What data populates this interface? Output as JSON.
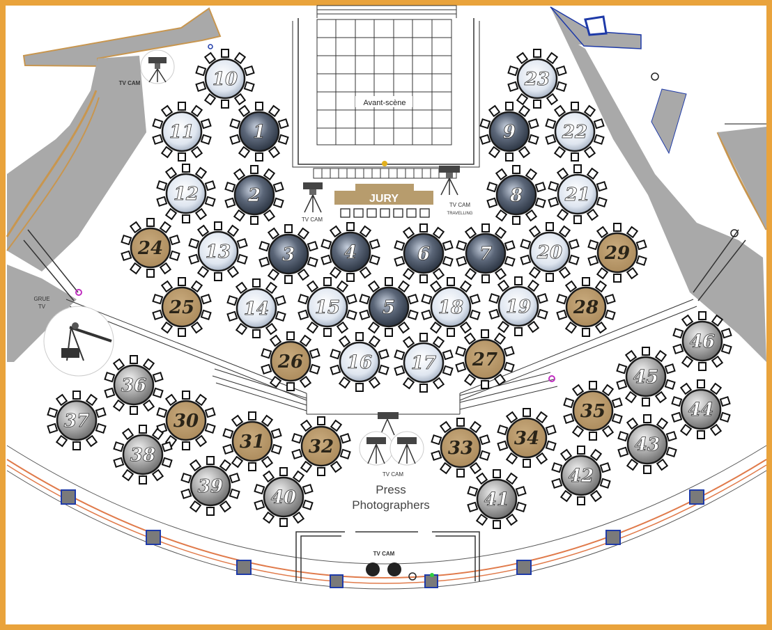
{
  "stage": {
    "label": "Avant-scène"
  },
  "jury": {
    "label": "JURY"
  },
  "labels": {
    "tv_cam_topleft": "TV CAM",
    "tv_cam_jury": "TV CAM",
    "tv_cam_travelling": "TV CAM",
    "travelling": "TRAVELLING",
    "grue_1": "GRUE",
    "grue_2": "TV",
    "tv_cam_press": "TV CAM",
    "press_1": "Press",
    "press_2": "Photographers",
    "tv_cam_bottom": "TV CAM"
  },
  "colors": {
    "border": "#e9a33c",
    "floor": "#ffffff",
    "wall": "#a9a9a9",
    "stage_fill": "#ffffff",
    "jury_brown": "#b79c6d",
    "table_gold": "#b8976a",
    "table_dark": "#2f3a4c",
    "table_light": "#e8eef6",
    "table_grey": "#8c8c8c",
    "accent_blue": "#1e3aa8"
  },
  "tables": [
    {
      "n": "1",
      "style": "dark"
    },
    {
      "n": "2",
      "style": "dark"
    },
    {
      "n": "3",
      "style": "dark"
    },
    {
      "n": "4",
      "style": "dark"
    },
    {
      "n": "5",
      "style": "dark"
    },
    {
      "n": "6",
      "style": "dark"
    },
    {
      "n": "7",
      "style": "dark"
    },
    {
      "n": "8",
      "style": "dark"
    },
    {
      "n": "9",
      "style": "dark"
    },
    {
      "n": "10",
      "style": "light"
    },
    {
      "n": "11",
      "style": "light"
    },
    {
      "n": "12",
      "style": "light"
    },
    {
      "n": "13",
      "style": "light"
    },
    {
      "n": "14",
      "style": "light"
    },
    {
      "n": "15",
      "style": "light"
    },
    {
      "n": "16",
      "style": "light"
    },
    {
      "n": "17",
      "style": "light"
    },
    {
      "n": "18",
      "style": "light"
    },
    {
      "n": "19",
      "style": "light"
    },
    {
      "n": "20",
      "style": "light"
    },
    {
      "n": "21",
      "style": "light"
    },
    {
      "n": "22",
      "style": "light"
    },
    {
      "n": "23",
      "style": "light"
    },
    {
      "n": "24",
      "style": "gold"
    },
    {
      "n": "25",
      "style": "gold"
    },
    {
      "n": "26",
      "style": "gold"
    },
    {
      "n": "27",
      "style": "gold"
    },
    {
      "n": "28",
      "style": "gold"
    },
    {
      "n": "29",
      "style": "gold"
    },
    {
      "n": "30",
      "style": "gold"
    },
    {
      "n": "31",
      "style": "gold"
    },
    {
      "n": "32",
      "style": "gold"
    },
    {
      "n": "33",
      "style": "gold"
    },
    {
      "n": "34",
      "style": "gold"
    },
    {
      "n": "35",
      "style": "gold"
    },
    {
      "n": "36",
      "style": "grey"
    },
    {
      "n": "37",
      "style": "grey"
    },
    {
      "n": "38",
      "style": "grey"
    },
    {
      "n": "39",
      "style": "grey"
    },
    {
      "n": "40",
      "style": "grey"
    },
    {
      "n": "41",
      "style": "grey"
    },
    {
      "n": "42",
      "style": "grey"
    },
    {
      "n": "43",
      "style": "grey"
    },
    {
      "n": "44",
      "style": "grey"
    },
    {
      "n": "45",
      "style": "grey"
    },
    {
      "n": "46",
      "style": "grey"
    }
  ]
}
